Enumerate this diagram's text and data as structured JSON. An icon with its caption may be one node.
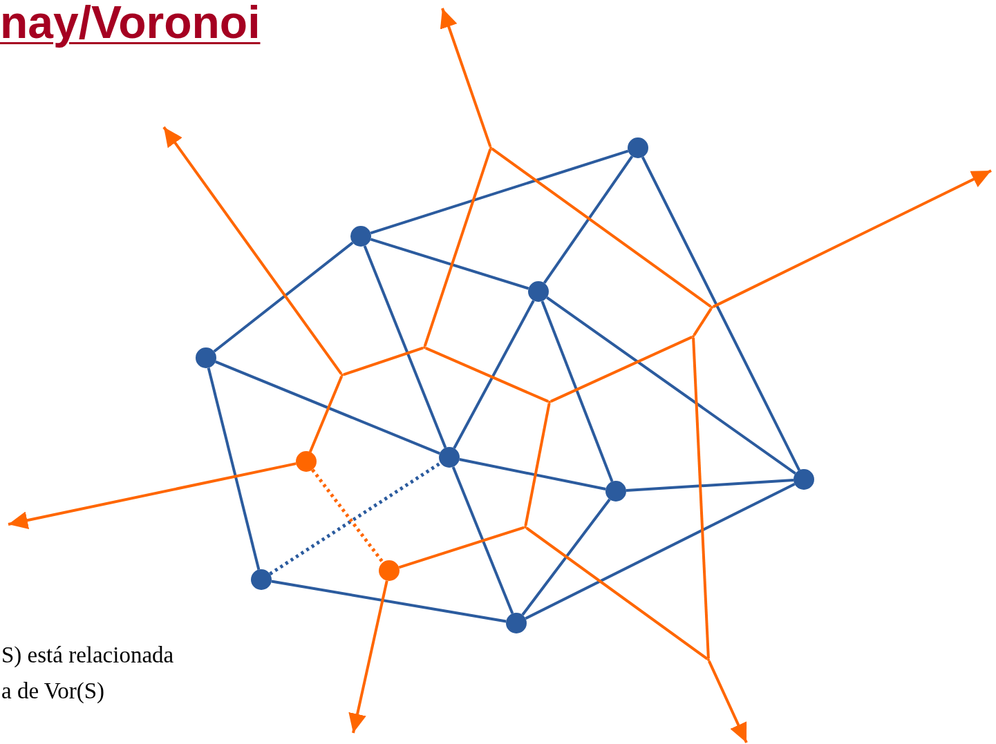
{
  "diagram": {
    "title": "nay/Voronoi",
    "nodes": [
      {
        "text": [],
        "shape": "circle"
      },
      {
        "text": [],
        "shape": "circle"
      },
      {
        "text": [],
        "shape": "circle"
      },
      {
        "text": [],
        "shape": "circle"
      },
      {
        "text": [],
        "shape": "circle"
      },
      {
        "text": [],
        "shape": "circle"
      },
      {
        "text": [],
        "shape": "circle"
      },
      {
        "text": [],
        "shape": "circle"
      },
      {
        "text": [],
        "shape": "circle"
      },
      {
        "text": [],
        "shape": "point"
      },
      {
        "text": [],
        "shape": "point"
      },
      {
        "text": [],
        "shape": "point"
      },
      {
        "text": [],
        "shape": "point"
      },
      {
        "text": [],
        "shape": "point"
      },
      {
        "text": [],
        "shape": "point"
      },
      {
        "text": [],
        "shape": "circle"
      },
      {
        "text": [],
        "shape": "circle"
      },
      {
        "text": [],
        "shape": "point"
      },
      {
        "text": [],
        "shape": "point"
      }
    ],
    "edges": [
      {
        "from": 1,
        "to": 0,
        "arrow": "none"
      },
      {
        "from": 0,
        "to": 2,
        "arrow": "none"
      },
      {
        "from": 0,
        "to": 6,
        "arrow": "none"
      },
      {
        "from": 1,
        "to": 2,
        "arrow": "none"
      },
      {
        "from": 1,
        "to": 3,
        "arrow": "none"
      },
      {
        "from": 1,
        "to": 4,
        "arrow": "none"
      },
      {
        "from": 2,
        "to": 4,
        "arrow": "none"
      },
      {
        "from": 2,
        "to": 5,
        "arrow": "none"
      },
      {
        "from": 2,
        "to": 6,
        "arrow": "none"
      },
      {
        "from": 3,
        "to": 4,
        "arrow": "none"
      },
      {
        "from": 3,
        "to": 7,
        "arrow": "none"
      },
      {
        "from": 4,
        "to": 5,
        "arrow": "none"
      },
      {
        "from": 4,
        "to": 8,
        "arrow": "none"
      },
      {
        "from": 5,
        "to": 6,
        "arrow": "none"
      },
      {
        "from": 5,
        "to": 8,
        "arrow": "none"
      },
      {
        "from": 6,
        "to": 8,
        "arrow": "none"
      },
      {
        "from": 7,
        "to": 8,
        "arrow": "none"
      },
      {
        "from": 7,
        "to": 4,
        "arrow": "none",
        "style": "dashed"
      },
      {
        "from": 9,
        "to": null,
        "arrow": "to",
        "color": "#ff6600"
      },
      {
        "from": 9,
        "to": 12,
        "arrow": "none",
        "color": "#ff6600"
      },
      {
        "from": 9,
        "to": 10,
        "arrow": "none",
        "color": "#ff6600"
      },
      {
        "from": 10,
        "to": null,
        "arrow": "to",
        "color": "#ff6600"
      },
      {
        "from": 10,
        "to": 11,
        "arrow": "none",
        "color": "#ff6600"
      },
      {
        "from": 11,
        "to": 14,
        "arrow": "none",
        "color": "#ff6600"
      },
      {
        "from": 11,
        "to": 18,
        "arrow": "none",
        "color": "#ff6600"
      },
      {
        "from": 12,
        "to": 13,
        "arrow": "none",
        "color": "#ff6600"
      },
      {
        "from": 12,
        "to": 14,
        "arrow": "none",
        "color": "#ff6600"
      },
      {
        "from": 13,
        "to": null,
        "arrow": "to",
        "color": "#ff6600"
      },
      {
        "from": 13,
        "to": 15,
        "arrow": "none",
        "color": "#ff6600"
      },
      {
        "from": 15,
        "to": null,
        "arrow": "to",
        "color": "#ff6600"
      },
      {
        "from": 15,
        "to": 16,
        "arrow": "none",
        "style": "dashed",
        "color": "#ff6600"
      },
      {
        "from": 16,
        "to": null,
        "arrow": "to",
        "color": "#ff6600"
      },
      {
        "from": 16,
        "to": 17,
        "arrow": "none",
        "color": "#ff6600"
      },
      {
        "from": 17,
        "to": 14,
        "arrow": "none",
        "color": "#ff6600"
      },
      {
        "from": 17,
        "to": 18,
        "arrow": "none",
        "color": "#ff6600"
      },
      {
        "from": 18,
        "to": null,
        "arrow": "to",
        "color": "#ff6600"
      }
    ],
    "labels": [
      "S) está relacionada",
      "a de Vor(S)"
    ]
  }
}
